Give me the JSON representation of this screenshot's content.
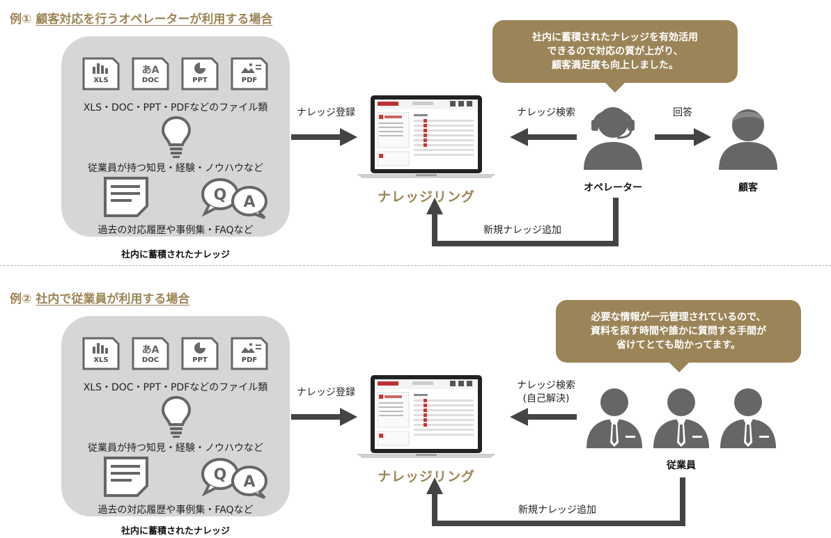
{
  "colors": {
    "accent": "#9c8455",
    "bubble": "#9b8558",
    "panel": "#d6d6d6",
    "icon": "#666666",
    "arrow": "#444444"
  },
  "example1": {
    "prefix": "例①",
    "title": "顧客対応を行うオペレーターが利用する場合",
    "doc_types": [
      "XLS",
      "DOC",
      "PPT",
      "PDF"
    ],
    "files_label": "XLS・DOC・PPT・PDFなどのファイル類",
    "knowhow_label": "従業員が持つ知見・経験・ノウハウなど",
    "history_label": "過去の対応履歴や事例集・FAQなど",
    "panel_caption": "社内に蓄積されたナレッジ",
    "register_label": "ナレッジ登録",
    "search_label": "ナレッジ検索",
    "product_name": "ナレッジリング",
    "answer_label": "回答",
    "operator_label": "オペレーター",
    "customer_label": "顧客",
    "add_label": "新規ナレッジ追加",
    "bubble": [
      "社内に蓄積されたナレッジを有効活用",
      "できるので対応の質が上がり、",
      "顧客満足度も向上しました。"
    ]
  },
  "example2": {
    "prefix": "例②",
    "title": "社内で従業員が利用する場合",
    "doc_types": [
      "XLS",
      "DOC",
      "PPT",
      "PDF"
    ],
    "files_label": "XLS・DOC・PPT・PDFなどのファイル類",
    "knowhow_label": "従業員が持つ知見・経験・ノウハウなど",
    "history_label": "過去の対応履歴や事例集・FAQなど",
    "panel_caption": "社内に蓄積されたナレッジ",
    "register_label": "ナレッジ登録",
    "search_label": "ナレッジ検索",
    "search_sub_label": "(自己解決)",
    "product_name": "ナレッジリング",
    "employee_label": "従業員",
    "add_label": "新規ナレッジ追加",
    "bubble": [
      "必要な情報が一元管理されているので、",
      "資料を探す時間や誰かに質問する手間が",
      "省けてとても助かってます。"
    ]
  },
  "icons": {
    "q_letter": "Q",
    "a_letter": "A",
    "doc_glyph": "あA"
  }
}
